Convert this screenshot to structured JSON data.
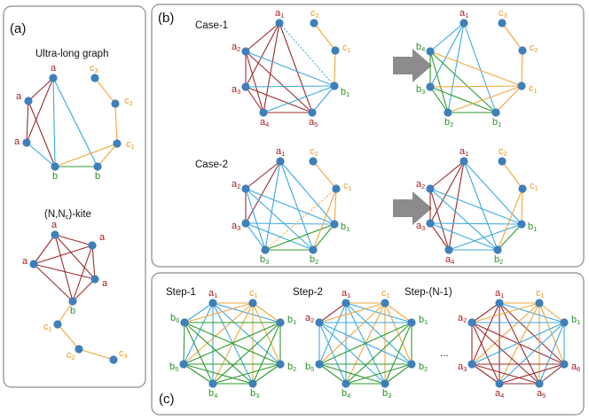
{
  "colors": {
    "node": "#3f7fba",
    "a_edge": "#9b2b2b",
    "b_edge": "#2c9a2c",
    "c_edge": "#f0a63a",
    "ab_edge": "#3aa8e0",
    "arrow": "#8c8c8c",
    "a_text": "#a02020",
    "b_text": "#2a922a",
    "c_text": "#e89a22"
  },
  "panel_a": {
    "label": "(a)",
    "ultra_title": "Ultra-long graph",
    "kite_title": "(N,N",
    "kite_title_sub": "c",
    "kite_title_rest": ")-kite"
  },
  "panel_b": {
    "label": "(b)",
    "case1": "Case-1",
    "case2": "Case-2"
  },
  "panel_c": {
    "label": "(c)",
    "step1": "Step-1",
    "step2": "Step-2",
    "stepN": "Step-(N-1)",
    "ellipsis": "..."
  }
}
